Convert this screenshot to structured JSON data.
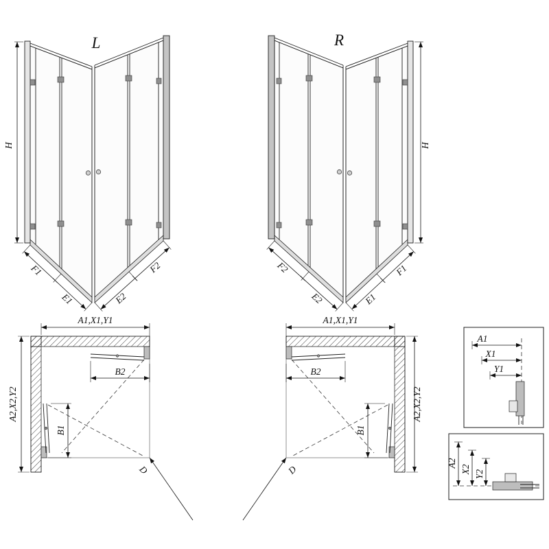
{
  "views": {
    "l3d": {
      "title": "L",
      "h": "H",
      "f1": "F1",
      "e1": "E1",
      "e2": "E2",
      "f2": "F2"
    },
    "r3d": {
      "title": "R",
      "h": "H",
      "f1": "F1",
      "e1": "E1",
      "e2": "E2",
      "f2": "F2"
    },
    "lplan": {
      "top": "A1,X1,Y1",
      "side": "A2,X2,Y2",
      "b2": "B2",
      "b1": "B1",
      "d": "D"
    },
    "rplan": {
      "top": "A1,X1,Y1",
      "side": "A2,X2,Y2",
      "b2": "B2",
      "b1": "B1",
      "d": "D"
    },
    "detail_top": {
      "a1": "A1",
      "x1": "X1",
      "y1": "Y1"
    },
    "detail_bottom": {
      "a2": "A2",
      "x2": "X2",
      "y2": "Y2"
    }
  }
}
